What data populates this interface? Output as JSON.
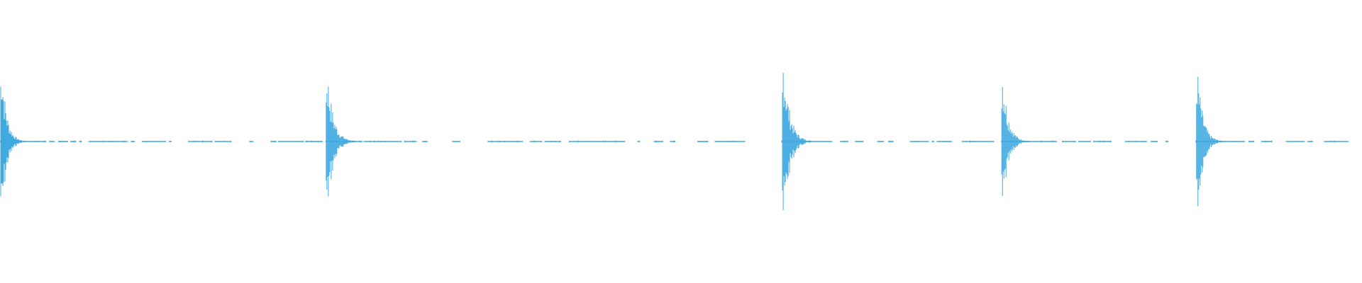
{
  "waveform": {
    "color": "#3fa9e0",
    "baseline": "center",
    "peaks": [
      {
        "at": 0.0,
        "amp": 0.07,
        "decay": 0.018
      },
      {
        "at": 0.239,
        "amp": 0.06,
        "decay": 0.022
      },
      {
        "at": 0.574,
        "amp": 0.07,
        "decay": 0.022
      },
      {
        "at": 0.735,
        "amp": 0.06,
        "decay": 0.02
      },
      {
        "at": 0.878,
        "amp": 0.06,
        "decay": 0.02
      }
    ],
    "active_segments": [
      [
        0.0,
        0.034
      ],
      [
        0.036,
        0.04
      ],
      [
        0.043,
        0.05
      ],
      [
        0.052,
        0.056
      ],
      [
        0.058,
        0.06
      ],
      [
        0.065,
        0.094
      ],
      [
        0.096,
        0.099
      ],
      [
        0.104,
        0.122
      ],
      [
        0.124,
        0.126
      ],
      [
        0.138,
        0.156
      ],
      [
        0.158,
        0.17
      ],
      [
        0.183,
        0.186
      ],
      [
        0.199,
        0.203
      ],
      [
        0.204,
        0.223
      ],
      [
        0.224,
        0.237
      ],
      [
        0.239,
        0.266
      ],
      [
        0.267,
        0.295
      ],
      [
        0.297,
        0.306
      ],
      [
        0.31,
        0.314
      ],
      [
        0.332,
        0.338
      ],
      [
        0.358,
        0.384
      ],
      [
        0.389,
        0.398
      ],
      [
        0.4,
        0.412
      ],
      [
        0.418,
        0.459
      ],
      [
        0.468,
        0.47
      ],
      [
        0.48,
        0.487
      ],
      [
        0.492,
        0.496
      ],
      [
        0.512,
        0.52
      ],
      [
        0.525,
        0.547
      ],
      [
        0.574,
        0.611
      ],
      [
        0.617,
        0.623
      ],
      [
        0.628,
        0.634
      ],
      [
        0.644,
        0.649
      ],
      [
        0.652,
        0.656
      ],
      [
        0.668,
        0.682
      ],
      [
        0.684,
        0.686
      ],
      [
        0.688,
        0.699
      ],
      [
        0.706,
        0.73
      ],
      [
        0.735,
        0.776
      ],
      [
        0.78,
        0.79
      ],
      [
        0.792,
        0.801
      ],
      [
        0.803,
        0.816
      ],
      [
        0.826,
        0.842
      ],
      [
        0.845,
        0.85
      ],
      [
        0.856,
        0.858
      ],
      [
        0.878,
        0.914
      ],
      [
        0.917,
        0.921
      ],
      [
        0.926,
        0.934
      ],
      [
        0.944,
        0.958
      ],
      [
        0.96,
        0.964
      ],
      [
        0.972,
        0.99
      ]
    ]
  }
}
